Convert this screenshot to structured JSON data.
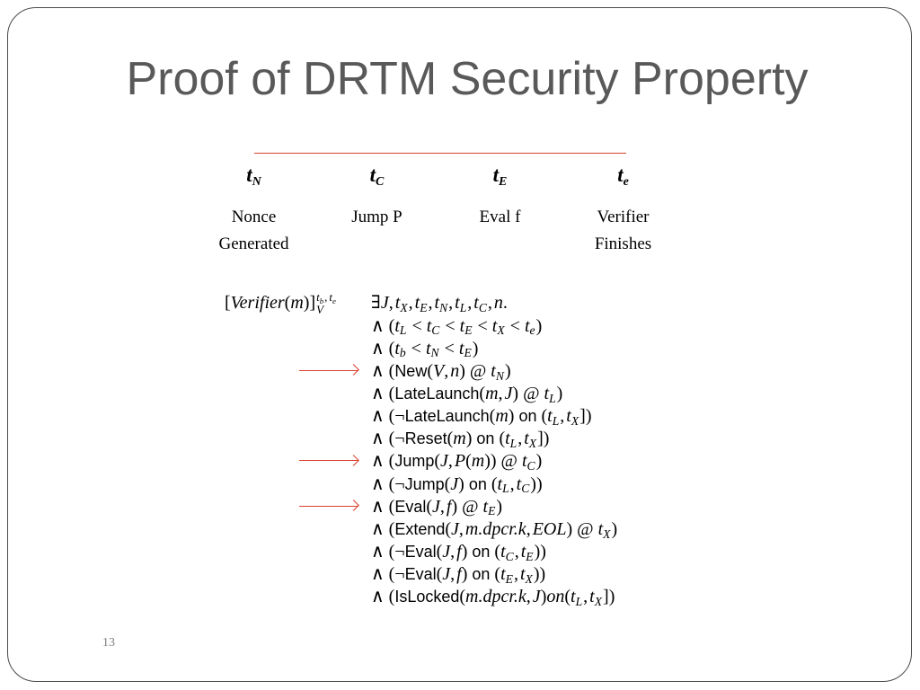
{
  "slide": {
    "title": "Proof of DRTM Security Property",
    "page_number": "13"
  },
  "colors": {
    "accent": "#d9412e",
    "title": "#595959",
    "text": "#000000",
    "frame": "#4a4a4a"
  },
  "timeline": [
    {
      "var": "t",
      "sub": "N",
      "caption": [
        "Nonce",
        "Generated"
      ]
    },
    {
      "var": "t",
      "sub": "C",
      "caption": [
        "Jump P"
      ]
    },
    {
      "var": "t",
      "sub": "E",
      "caption": [
        "Eval f"
      ]
    },
    {
      "var": "t",
      "sub": "e",
      "caption": [
        "Verifier",
        "Finishes"
      ]
    }
  ],
  "formula": {
    "lhs": {
      "body": [
        {
          "s": "[",
          "k": "op"
        },
        {
          "s": "Verifier",
          "k": "var"
        },
        {
          "s": "(",
          "k": "op"
        },
        {
          "s": "m",
          "k": "var"
        },
        {
          "s": ")]",
          "k": "op"
        }
      ],
      "sup": [
        {
          "s": "t",
          "sub": "b",
          "k": "var"
        },
        {
          "s": ",",
          "k": "op"
        },
        {
          "s": "t",
          "sub": "e",
          "k": "var"
        }
      ],
      "sub": [
        {
          "s": "V",
          "k": "var"
        }
      ]
    },
    "lines": [
      {
        "arrow": false,
        "segs": [
          {
            "s": "∃",
            "k": "op"
          },
          {
            "s": "J",
            "k": "var"
          },
          {
            "s": ",",
            "k": "op"
          },
          {
            "s": "t",
            "sub": "X",
            "k": "var"
          },
          {
            "s": ",",
            "k": "op"
          },
          {
            "s": "t",
            "sub": "E",
            "k": "var"
          },
          {
            "s": ",",
            "k": "op"
          },
          {
            "s": "t",
            "sub": "N",
            "k": "var"
          },
          {
            "s": ",",
            "k": "op"
          },
          {
            "s": "t",
            "sub": "L",
            "k": "var"
          },
          {
            "s": ",",
            "k": "op"
          },
          {
            "s": "t",
            "sub": "C",
            "k": "var"
          },
          {
            "s": ",",
            "k": "op"
          },
          {
            "s": "n",
            "k": "var"
          },
          {
            "s": ".",
            "k": "op"
          }
        ]
      },
      {
        "arrow": false,
        "segs": [
          {
            "s": "∧ (",
            "k": "op"
          },
          {
            "s": "t",
            "sub": "L",
            "k": "var"
          },
          {
            "s": " < ",
            "k": "op"
          },
          {
            "s": "t",
            "sub": "C",
            "k": "var"
          },
          {
            "s": " < ",
            "k": "op"
          },
          {
            "s": "t",
            "sub": "E",
            "k": "var"
          },
          {
            "s": " < ",
            "k": "op"
          },
          {
            "s": "t",
            "sub": "X",
            "k": "var"
          },
          {
            "s": " < ",
            "k": "op"
          },
          {
            "s": "t",
            "sub": "e",
            "k": "var"
          },
          {
            "s": ")",
            "k": "op"
          }
        ]
      },
      {
        "arrow": false,
        "segs": [
          {
            "s": "∧ (",
            "k": "op"
          },
          {
            "s": "t",
            "sub": "b",
            "k": "var"
          },
          {
            "s": " < ",
            "k": "op"
          },
          {
            "s": "t",
            "sub": "N",
            "k": "var"
          },
          {
            "s": " < ",
            "k": "op"
          },
          {
            "s": "t",
            "sub": "E",
            "k": "var"
          },
          {
            "s": ")",
            "k": "op"
          }
        ]
      },
      {
        "arrow": true,
        "segs": [
          {
            "s": "∧ (",
            "k": "op"
          },
          {
            "s": "New",
            "k": "fn"
          },
          {
            "s": "(",
            "k": "op"
          },
          {
            "s": "V",
            "k": "var"
          },
          {
            "s": ",",
            "k": "op"
          },
          {
            "s": "n",
            "k": "var"
          },
          {
            "s": ") @ ",
            "k": "op"
          },
          {
            "s": "t",
            "sub": "N",
            "k": "var"
          },
          {
            "s": ")",
            "k": "op"
          }
        ]
      },
      {
        "arrow": false,
        "segs": [
          {
            "s": "∧ (",
            "k": "op"
          },
          {
            "s": "LateLaunch",
            "k": "fn"
          },
          {
            "s": "(",
            "k": "op"
          },
          {
            "s": "m",
            "k": "var"
          },
          {
            "s": ",",
            "k": "op"
          },
          {
            "s": "J",
            "k": "var"
          },
          {
            "s": ") @ ",
            "k": "op"
          },
          {
            "s": "t",
            "sub": "L",
            "k": "var"
          },
          {
            "s": ")",
            "k": "op"
          }
        ]
      },
      {
        "arrow": false,
        "segs": [
          {
            "s": "∧ (¬",
            "k": "op"
          },
          {
            "s": "LateLaunch",
            "k": "fn"
          },
          {
            "s": "(",
            "k": "op"
          },
          {
            "s": "m",
            "k": "var"
          },
          {
            "s": ") ",
            "k": "op"
          },
          {
            "s": "on",
            "k": "fn"
          },
          {
            "s": " (",
            "k": "op"
          },
          {
            "s": "t",
            "sub": "L",
            "k": "var"
          },
          {
            "s": ",",
            "k": "op"
          },
          {
            "s": "t",
            "sub": "X",
            "k": "var"
          },
          {
            "s": "])",
            "k": "op"
          }
        ]
      },
      {
        "arrow": false,
        "segs": [
          {
            "s": "∧ (¬",
            "k": "op"
          },
          {
            "s": "Reset",
            "k": "fn"
          },
          {
            "s": "(",
            "k": "op"
          },
          {
            "s": "m",
            "k": "var"
          },
          {
            "s": ") ",
            "k": "op"
          },
          {
            "s": "on",
            "k": "fn"
          },
          {
            "s": " (",
            "k": "op"
          },
          {
            "s": "t",
            "sub": "L",
            "k": "var"
          },
          {
            "s": ",",
            "k": "op"
          },
          {
            "s": "t",
            "sub": "X",
            "k": "var"
          },
          {
            "s": "])",
            "k": "op"
          }
        ]
      },
      {
        "arrow": true,
        "segs": [
          {
            "s": "∧ (",
            "k": "op"
          },
          {
            "s": "Jump",
            "k": "fn"
          },
          {
            "s": "(",
            "k": "op"
          },
          {
            "s": "J",
            "k": "var"
          },
          {
            "s": ",",
            "k": "op"
          },
          {
            "s": "P",
            "k": "var"
          },
          {
            "s": "(",
            "k": "op"
          },
          {
            "s": "m",
            "k": "var"
          },
          {
            "s": ")) @ ",
            "k": "op"
          },
          {
            "s": "t",
            "sub": "C",
            "k": "var"
          },
          {
            "s": ")",
            "k": "op"
          }
        ]
      },
      {
        "arrow": false,
        "segs": [
          {
            "s": "∧ (¬",
            "k": "op"
          },
          {
            "s": "Jump",
            "k": "fn"
          },
          {
            "s": "(",
            "k": "op"
          },
          {
            "s": "J",
            "k": "var"
          },
          {
            "s": ") ",
            "k": "op"
          },
          {
            "s": "on",
            "k": "fn"
          },
          {
            "s": " (",
            "k": "op"
          },
          {
            "s": "t",
            "sub": "L",
            "k": "var"
          },
          {
            "s": ",",
            "k": "op"
          },
          {
            "s": "t",
            "sub": "C",
            "k": "var"
          },
          {
            "s": "))",
            "k": "op"
          }
        ]
      },
      {
        "arrow": true,
        "segs": [
          {
            "s": "∧ (",
            "k": "op"
          },
          {
            "s": "Eval",
            "k": "fn"
          },
          {
            "s": "(",
            "k": "op"
          },
          {
            "s": "J",
            "k": "var"
          },
          {
            "s": ",",
            "k": "op"
          },
          {
            "s": "f",
            "k": "var"
          },
          {
            "s": ") @ ",
            "k": "op"
          },
          {
            "s": "t",
            "sub": "E",
            "k": "var"
          },
          {
            "s": ")",
            "k": "op"
          }
        ]
      },
      {
        "arrow": false,
        "segs": [
          {
            "s": "∧ (",
            "k": "op"
          },
          {
            "s": "Extend",
            "k": "fn"
          },
          {
            "s": "(",
            "k": "op"
          },
          {
            "s": "J",
            "k": "var"
          },
          {
            "s": ",",
            "k": "op"
          },
          {
            "s": "m.dpcr.k",
            "k": "var"
          },
          {
            "s": ",",
            "k": "op"
          },
          {
            "s": "EOL",
            "k": "var"
          },
          {
            "s": ") @ ",
            "k": "op"
          },
          {
            "s": "t",
            "sub": "X",
            "k": "var"
          },
          {
            "s": ")",
            "k": "op"
          }
        ]
      },
      {
        "arrow": false,
        "segs": [
          {
            "s": "∧ (¬",
            "k": "op"
          },
          {
            "s": "Eval",
            "k": "fn"
          },
          {
            "s": "(",
            "k": "op"
          },
          {
            "s": "J",
            "k": "var"
          },
          {
            "s": ",",
            "k": "op"
          },
          {
            "s": "f",
            "k": "var"
          },
          {
            "s": ") ",
            "k": "op"
          },
          {
            "s": "on",
            "k": "fn"
          },
          {
            "s": " (",
            "k": "op"
          },
          {
            "s": "t",
            "sub": "C",
            "k": "var"
          },
          {
            "s": ",",
            "k": "op"
          },
          {
            "s": "t",
            "sub": "E",
            "k": "var"
          },
          {
            "s": "))",
            "k": "op"
          }
        ]
      },
      {
        "arrow": false,
        "segs": [
          {
            "s": "∧ (¬",
            "k": "op"
          },
          {
            "s": "Eval",
            "k": "fn"
          },
          {
            "s": "(",
            "k": "op"
          },
          {
            "s": "J",
            "k": "var"
          },
          {
            "s": ",",
            "k": "op"
          },
          {
            "s": "f",
            "k": "var"
          },
          {
            "s": ") ",
            "k": "op"
          },
          {
            "s": "on",
            "k": "fn"
          },
          {
            "s": " (",
            "k": "op"
          },
          {
            "s": "t",
            "sub": "E",
            "k": "var"
          },
          {
            "s": ",",
            "k": "op"
          },
          {
            "s": "t",
            "sub": "X",
            "k": "var"
          },
          {
            "s": "))",
            "k": "op"
          }
        ]
      },
      {
        "arrow": false,
        "segs": [
          {
            "s": "∧ (",
            "k": "op"
          },
          {
            "s": "IsLocked",
            "k": "fn"
          },
          {
            "s": "(",
            "k": "op"
          },
          {
            "s": "m.dpcr.k",
            "k": "var"
          },
          {
            "s": ",",
            "k": "op"
          },
          {
            "s": "J",
            "k": "var"
          },
          {
            "s": ")",
            "k": "op"
          },
          {
            "s": "on",
            "k": "var"
          },
          {
            "s": "(",
            "k": "op"
          },
          {
            "s": "t",
            "sub": "L",
            "k": "var"
          },
          {
            "s": ",",
            "k": "op"
          },
          {
            "s": "t",
            "sub": "X",
            "k": "var"
          },
          {
            "s": "])",
            "k": "op"
          }
        ]
      }
    ]
  }
}
